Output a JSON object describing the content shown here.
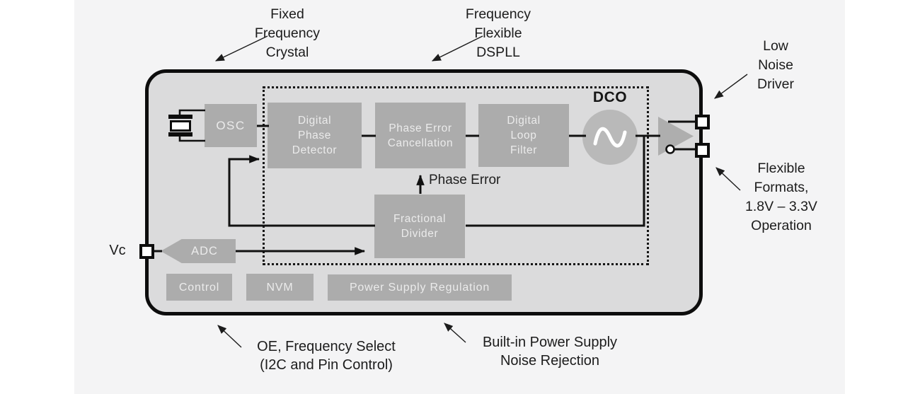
{
  "diagram": {
    "title_hint": "DSPLL clock chip block diagram",
    "colors": {
      "page_bg": "#ffffff",
      "panel_bg": "#f4f4f5",
      "chip_fill": "#dbdbdc",
      "chip_border": "#0d0d0d",
      "block_fill": "#acacac",
      "block_text": "#ebebeb",
      "dco_circle_fill": "#b9b9b9",
      "wire": "#111111",
      "annotation_text": "#1c1c1c"
    },
    "blocks": {
      "osc": "OSC",
      "digital_phase_detector": "Digital\nPhase\nDetector",
      "phase_error_cancellation": "Phase Error\nCancellation",
      "digital_loop_filter": "Digital\nLoop\nFilter",
      "fractional_divider": "Fractional\nDivider",
      "adc": "ADC",
      "control": "Control",
      "nvm": "NVM",
      "power_supply_regulation": "Power Supply Regulation"
    },
    "labels": {
      "dco": "DCO",
      "vc": "Vc",
      "phase_error": "Phase Error"
    },
    "annotations": {
      "fixed_frequency_crystal": "Fixed\nFrequency\nCrystal",
      "frequency_flexible_dspll": "Frequency\nFlexible\nDSPLL",
      "low_noise_driver": "Low\nNoise\nDriver",
      "flexible_formats": "Flexible\nFormats,\n1.8V – 3.3V\nOperation",
      "oe_frequency_select": "OE, Frequency Select\n(I2C and Pin Control)",
      "builtin_power_supply": "Built-in Power Supply\nNoise Rejection"
    }
  }
}
